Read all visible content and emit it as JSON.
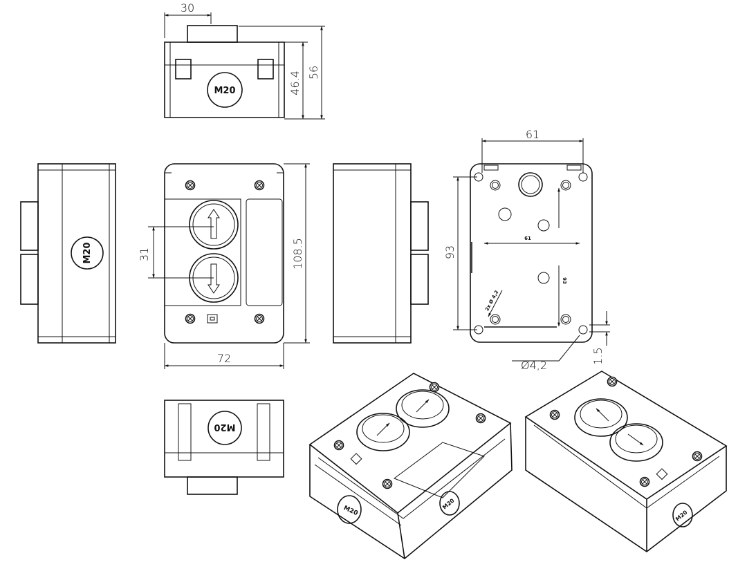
{
  "dimensions": {
    "top_width": "30",
    "top_height_inner": "46.4",
    "top_height_outer": "56",
    "front_spacing": "31",
    "front_height": "108.5",
    "front_width": "72",
    "back_width": "61",
    "back_height": "93",
    "back_inner_width": "61",
    "back_inner_height": "93",
    "hole_small": "2x Ø 4,2",
    "hole_dia": "Ø4,2",
    "hole_offset": "1.5"
  },
  "labels": {
    "gland_top": "M20",
    "gland_side": "M20",
    "gland_bottom": "M20",
    "gland_iso_a": "M20",
    "gland_iso_b": "M20",
    "gland_iso_c": "M20"
  },
  "icons": {
    "up_button": "arrow-up-icon",
    "down_button": "arrow-down-icon",
    "screw": "screw-icon",
    "indicator": "square-indicator-icon"
  }
}
